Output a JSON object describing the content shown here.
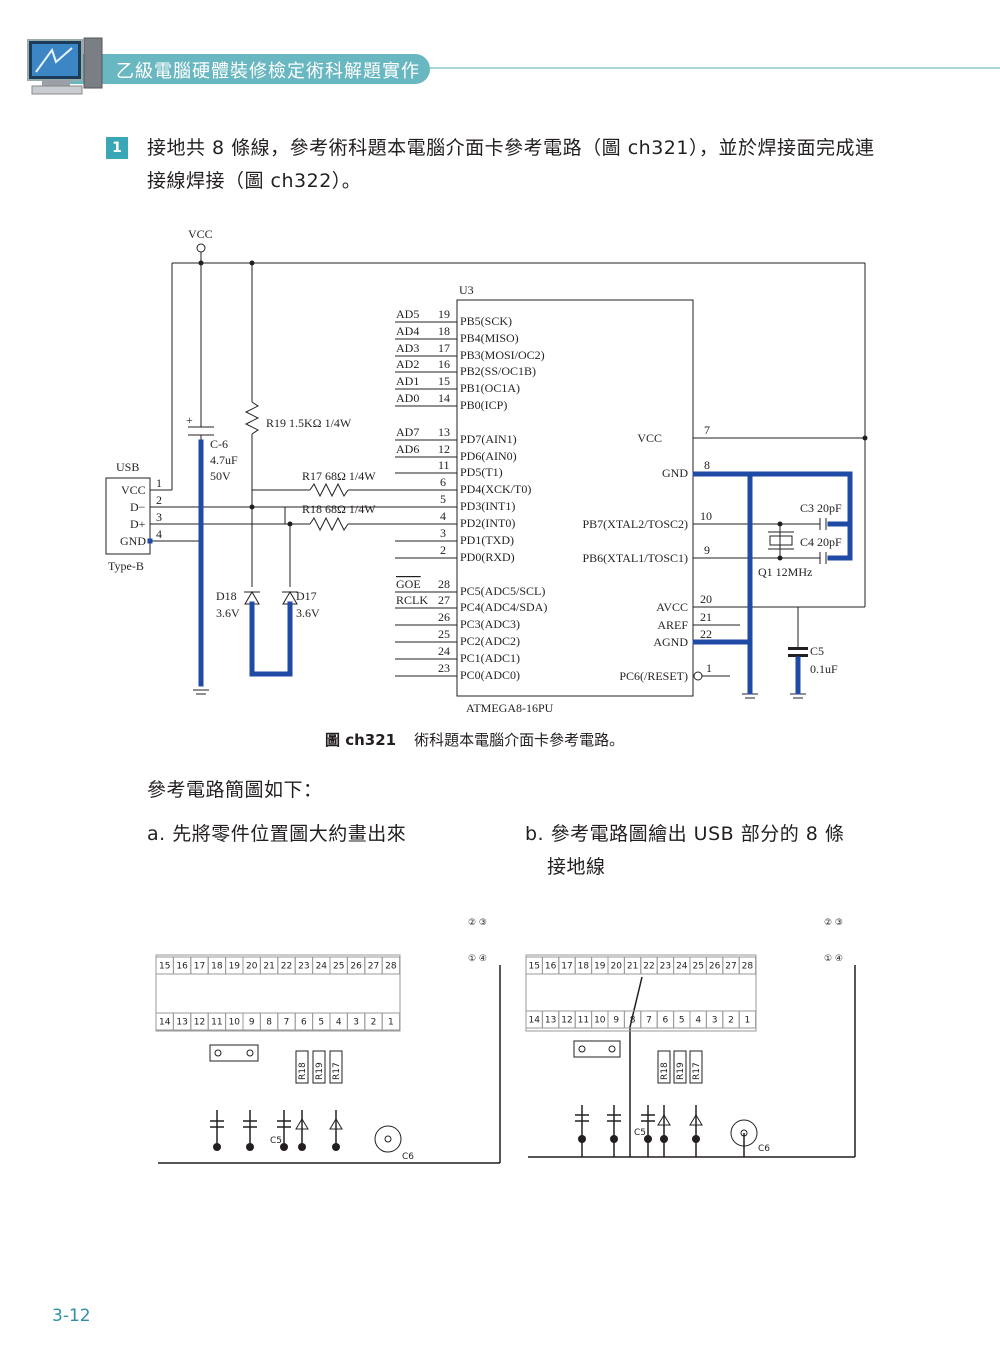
{
  "header": {
    "title": "乙級電腦硬體裝修檢定術科解題實作"
  },
  "step": {
    "number": "1",
    "text": "接地共 8 條線，參考術科題本電腦介面卡參考電路（圖 ch321），並於焊接面完成連接線焊接（圖 ch322）。"
  },
  "schematic": {
    "vcc_label": "VCC",
    "u3_label": "U3",
    "chip_name": "ATMEGA8-16PU",
    "r19": "R19  1.5KΩ 1/4W",
    "r17": "R17  68Ω 1/4W",
    "r18": "R18  68Ω 1/4W",
    "c6": [
      "C-6",
      "4.7uF",
      "50V"
    ],
    "usb": {
      "title": "USB",
      "type": "Type-B",
      "pins": [
        "VCC",
        "D−",
        "D+",
        "GND"
      ],
      "nums": [
        "1",
        "2",
        "3",
        "4"
      ]
    },
    "d18": [
      "D18",
      "3.6V"
    ],
    "d17": [
      "D17",
      "3.6V"
    ],
    "c3": "C3  20pF",
    "c4": "C4  20pF",
    "q1": "Q1  12MHz",
    "c5": [
      "C5",
      "0.1uF"
    ],
    "left_pins": [
      {
        "net": "AD5",
        "num": "19",
        "name": "PB5(SCK)"
      },
      {
        "net": "AD4",
        "num": "18",
        "name": "PB4(MISO)"
      },
      {
        "net": "AD3",
        "num": "17",
        "name": "PB3(MOSI/OC2)"
      },
      {
        "net": "AD2",
        "num": "16",
        "name": "PB2(SS/OC1B)"
      },
      {
        "net": "AD1",
        "num": "15",
        "name": "PB1(OC1A)"
      },
      {
        "net": "AD0",
        "num": "14",
        "name": "PB0(ICP)"
      },
      {
        "net": "AD7",
        "num": "13",
        "name": "PD7(AIN1)"
      },
      {
        "net": "AD6",
        "num": "12",
        "name": "PD6(AIN0)"
      },
      {
        "net": "",
        "num": "11",
        "name": "PD5(T1)"
      },
      {
        "net": "",
        "num": "6",
        "name": "PD4(XCK/T0)"
      },
      {
        "net": "",
        "num": "5",
        "name": "PD3(INT1)"
      },
      {
        "net": "",
        "num": "4",
        "name": "PD2(INT0)"
      },
      {
        "net": "",
        "num": "3",
        "name": "PD1(TXD)"
      },
      {
        "net": "",
        "num": "2",
        "name": "PD0(RXD)"
      },
      {
        "net": "GOE",
        "num": "28",
        "name": "PC5(ADC5/SCL)"
      },
      {
        "net": "RCLK",
        "num": "27",
        "name": "PC4(ADC4/SDA)"
      },
      {
        "net": "",
        "num": "26",
        "name": "PC3(ADC3)"
      },
      {
        "net": "",
        "num": "25",
        "name": "PC2(ADC2)"
      },
      {
        "net": "",
        "num": "24",
        "name": "PC1(ADC1)"
      },
      {
        "net": "",
        "num": "23",
        "name": "PC0(ADC0)"
      }
    ],
    "right_pins": [
      {
        "name": "VCC",
        "num": "7"
      },
      {
        "name": "GND",
        "num": "8"
      },
      {
        "name": "PB7(XTAL2/TOSC2)",
        "num": "10"
      },
      {
        "name": "PB6(XTAL1/TOSC1)",
        "num": "9"
      },
      {
        "name": "AVCC",
        "num": "20"
      },
      {
        "name": "AREF",
        "num": "21"
      },
      {
        "name": "AGND",
        "num": "22"
      },
      {
        "name": "PC6(/RESET)",
        "num": "1"
      }
    ]
  },
  "caption": {
    "label": "圖 ch321",
    "text": "術科題本電腦介面卡參考電路。"
  },
  "intro": "參考電路簡圖如下：",
  "step_a": "a. 先將零件位置圖大約畫出來",
  "step_b_line1": "b. 參考電路圖繪出 USB 部分的 8 條",
  "step_b_line2": "接地線",
  "board": {
    "top_row": [
      "15",
      "16",
      "17",
      "18",
      "19",
      "20",
      "21",
      "22",
      "23",
      "24",
      "25",
      "26",
      "27",
      "28"
    ],
    "bottom_row": [
      "14",
      "13",
      "12",
      "11",
      "10",
      "9",
      "8",
      "7",
      "6",
      "5",
      "4",
      "3",
      "2",
      "1"
    ],
    "markers_top": "② ③",
    "markers_bottom": "① ④",
    "resistors": [
      "R18",
      "R19",
      "R17"
    ],
    "c5": "C5",
    "c6": "C6"
  },
  "page_number": "3-12",
  "colors": {
    "accent": "#3aa7b7",
    "ground_trace": "#1f4aa5",
    "header": "#69b7c0"
  }
}
